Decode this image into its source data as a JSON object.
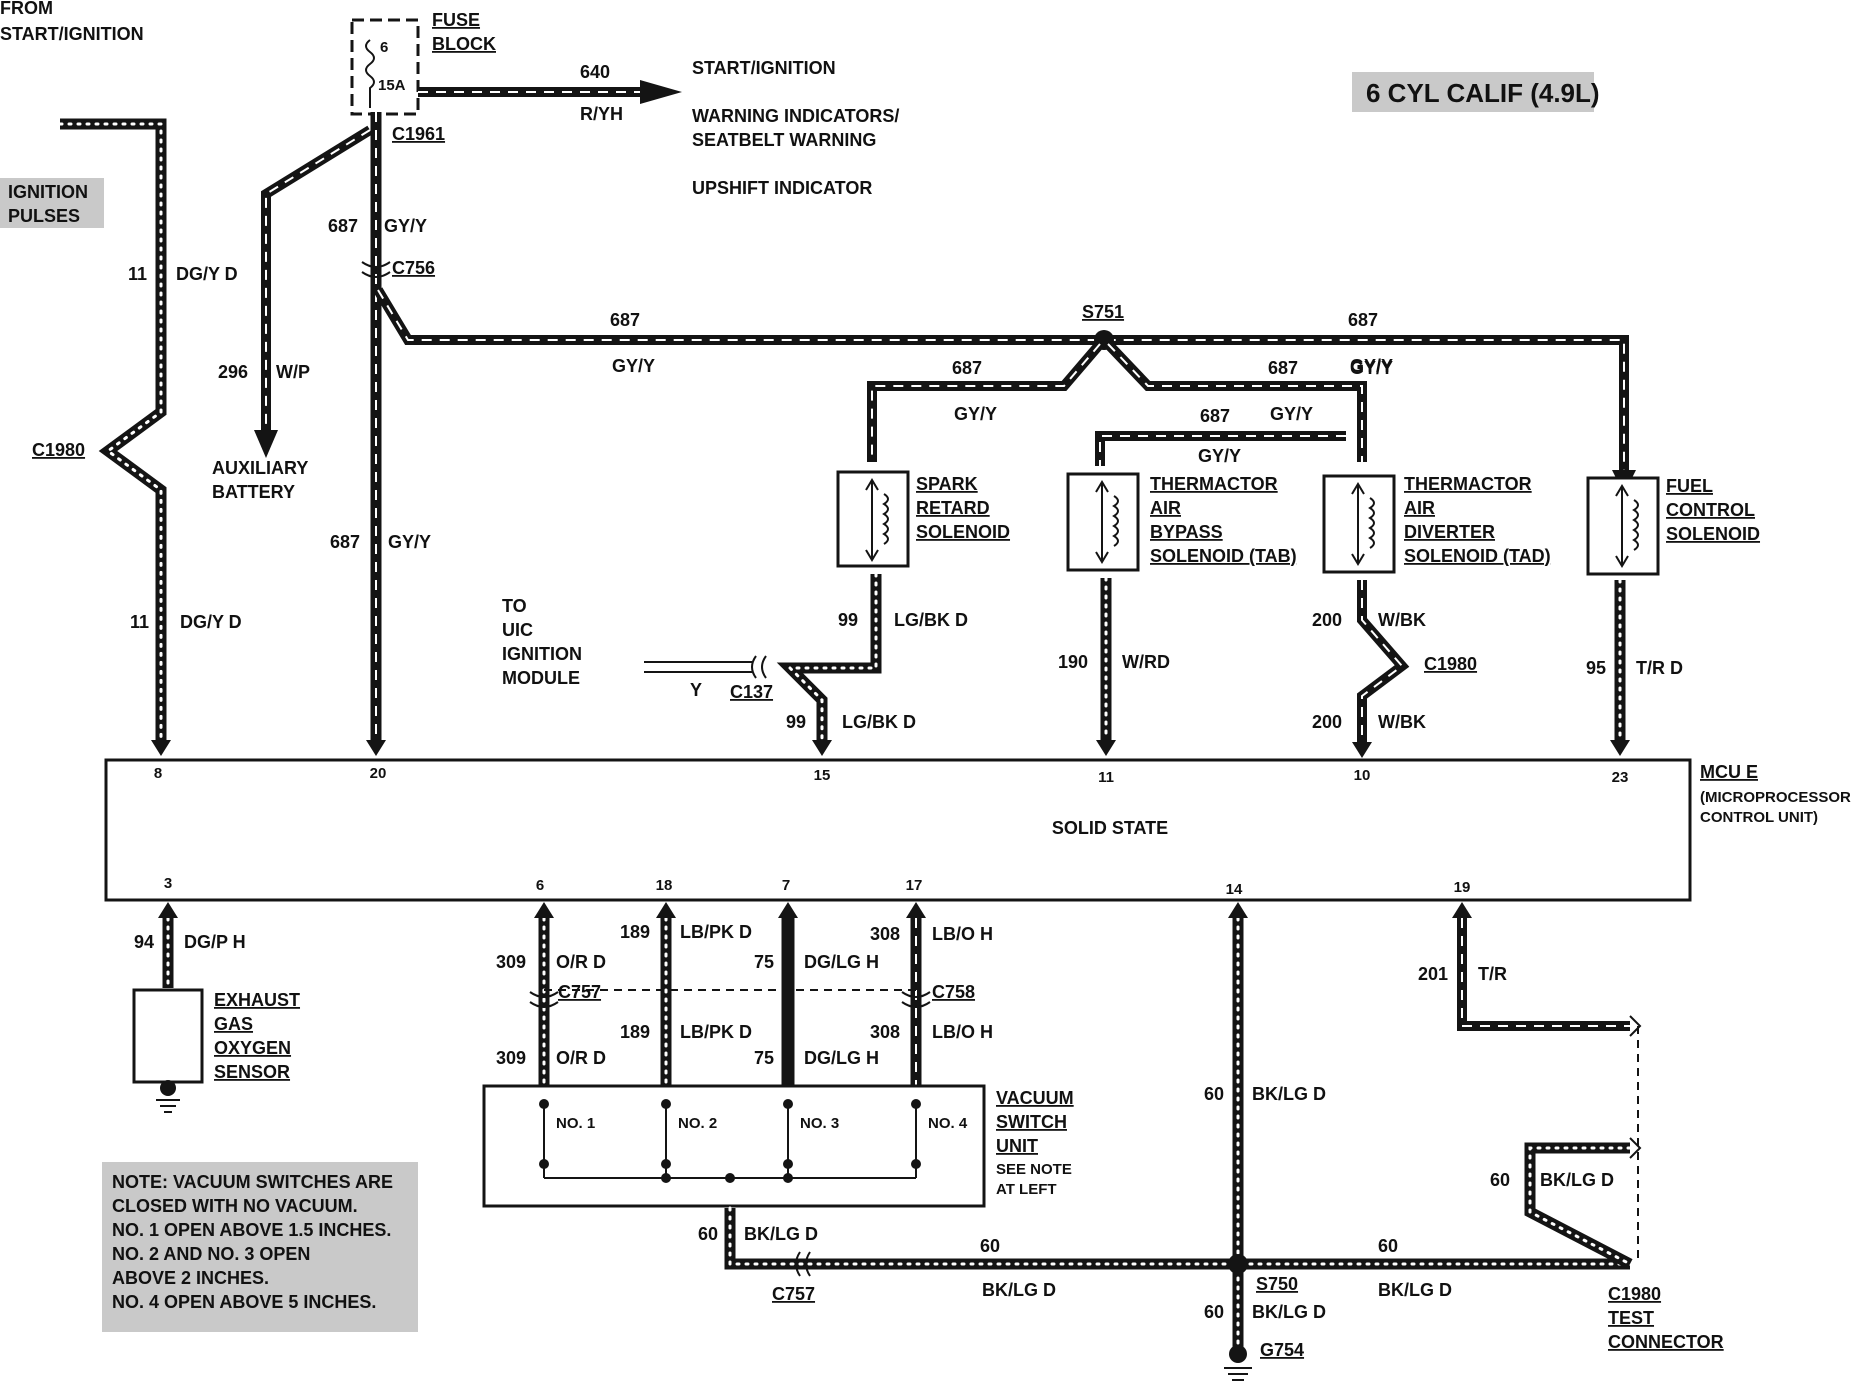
{
  "header": {
    "from_label_1": "FROM",
    "from_label_2": "START/IGNITION",
    "ignition_pulses_1": "IGNITION",
    "ignition_pulses_2": "PULSES",
    "fuse_block_1": "FUSE",
    "fuse_block_2": "BLOCK",
    "fuse_number": "6",
    "fuse_rating": "15A",
    "fuse_connector": "C1961",
    "config_tag": "6 CYL CALIF (4.9L)"
  },
  "feed_640": {
    "circuit": "640",
    "color": "R/YH",
    "dest_1": "START/IGNITION",
    "dest_2": "WARNING INDICATORS/",
    "dest_3": "SEATBELT WARNING",
    "dest_4": "UPSHIFT INDICATOR"
  },
  "wires": {
    "w11_top": {
      "circuit": "11",
      "color": "DG/Y D"
    },
    "w11_bot": {
      "circuit": "11",
      "color": "DG/Y D"
    },
    "w296": {
      "circuit": "296",
      "color": "W/P"
    },
    "w687_a": {
      "circuit": "687",
      "color": "GY/Y"
    },
    "w687_b": {
      "circuit": "687",
      "color": "GY/Y"
    },
    "w687_main": {
      "circuit": "687",
      "color": "GY/Y"
    },
    "w687_right": {
      "circuit": "687",
      "color": "GY/Y"
    },
    "w687_spark": {
      "circuit": "687",
      "color": "GY/Y"
    },
    "w687_tad": {
      "circuit": "687",
      "color": "GY/Y"
    },
    "w687_tab": {
      "circuit": "687",
      "color": "GY/Y"
    },
    "w687_tab2": {
      "color": "GY/Y"
    },
    "w99_top": {
      "circuit": "99",
      "color": "LG/BK D"
    },
    "w99_bot": {
      "circuit": "99",
      "color": "LG/BK D"
    },
    "wY": {
      "color": "Y"
    },
    "w190": {
      "circuit": "190",
      "color": "W/RD"
    },
    "w200_top": {
      "circuit": "200",
      "color": "W/BK"
    },
    "w200_bot": {
      "circuit": "200",
      "color": "W/BK"
    },
    "w95": {
      "circuit": "95",
      "color": "T/R D"
    },
    "w94": {
      "circuit": "94",
      "color": "DG/P H"
    },
    "w309_top": {
      "circuit": "309",
      "color": "O/R D"
    },
    "w309_bot": {
      "circuit": "309",
      "color": "O/R D"
    },
    "w189_top": {
      "circuit": "189",
      "color": "LB/PK D"
    },
    "w189_bot": {
      "circuit": "189",
      "color": "LB/PK D"
    },
    "w75_top": {
      "circuit": "75",
      "color": "DG/LG H"
    },
    "w75_bot": {
      "circuit": "75",
      "color": "DG/LG H"
    },
    "w308_top": {
      "circuit": "308",
      "color": "LB/O H"
    },
    "w308_bot": {
      "circuit": "308",
      "color": "LB/O H"
    },
    "w201": {
      "circuit": "201",
      "color": "T/R"
    },
    "w60_vac": {
      "circuit": "60",
      "color": "BK/LG D"
    },
    "w60_mid": {
      "circuit": "60",
      "color": "BK/LG D"
    },
    "w60_right": {
      "circuit": "60",
      "color": "BK/LG D"
    },
    "w60_col": {
      "circuit": "60",
      "color": "BK/LG D"
    },
    "w60_gnd": {
      "circuit": "60",
      "color": "BK/LG D"
    },
    "w60_test": {
      "circuit": "60",
      "color": "BK/LG D"
    }
  },
  "connectors": {
    "c756": "C756",
    "c1980_left": "C1980",
    "c137": "C137",
    "c1980_right": "C1980",
    "c757_a": "C757",
    "c758": "C758",
    "c757_b": "C757",
    "s751": "S751",
    "s750": "S750",
    "g754": "G754",
    "c1980_test": "C1980"
  },
  "components": {
    "aux_battery_1": "AUXILIARY",
    "aux_battery_2": "BATTERY",
    "uic_1": "TO",
    "uic_2": "UIC",
    "uic_3": "IGNITION",
    "uic_4": "MODULE",
    "spark_1": "SPARK",
    "spark_2": "RETARD",
    "spark_3": "SOLENOID",
    "tab_1": "THERMACTOR",
    "tab_2": "AIR",
    "tab_3": "BYPASS",
    "tab_4": "SOLENOID (TAB)",
    "tad_1": "THERMACTOR",
    "tad_2": "AIR",
    "tad_3": "DIVERTER",
    "tad_4": "SOLENOID (TAD)",
    "fuel_1": "FUEL",
    "fuel_2": "CONTROL",
    "fuel_3": "SOLENOID",
    "ego_1": "EXHAUST",
    "ego_2": "GAS",
    "ego_3": "OXYGEN",
    "ego_4": "SENSOR",
    "vsu_1": "VACUUM",
    "vsu_2": "SWITCH",
    "vsu_3": "UNIT",
    "vsu_4": "SEE NOTE",
    "vsu_5": "AT LEFT",
    "sw1": "NO. 1",
    "sw2": "NO. 2",
    "sw3": "NO. 3",
    "sw4": "NO. 4",
    "test_1": "TEST",
    "test_2": "CONNECTOR"
  },
  "mcu": {
    "name": "MCU E",
    "desc_1": "(MICROPROCESSOR",
    "desc_2": "CONTROL UNIT)",
    "center": "SOLID STATE",
    "pins_top": [
      "8",
      "20",
      "15",
      "11",
      "10",
      "23"
    ],
    "pins_bottom": [
      "3",
      "6",
      "18",
      "7",
      "17",
      "14",
      "19"
    ]
  },
  "note": {
    "line1": "NOTE: VACUUM SWITCHES ARE",
    "line2": "CLOSED WITH NO VACUUM.",
    "line3": "NO. 1 OPEN ABOVE 1.5 INCHES.",
    "line4": "NO. 2 AND NO. 3 OPEN",
    "line5": "ABOVE 2 INCHES.",
    "line6": "NO. 4 OPEN ABOVE 5 INCHES."
  }
}
